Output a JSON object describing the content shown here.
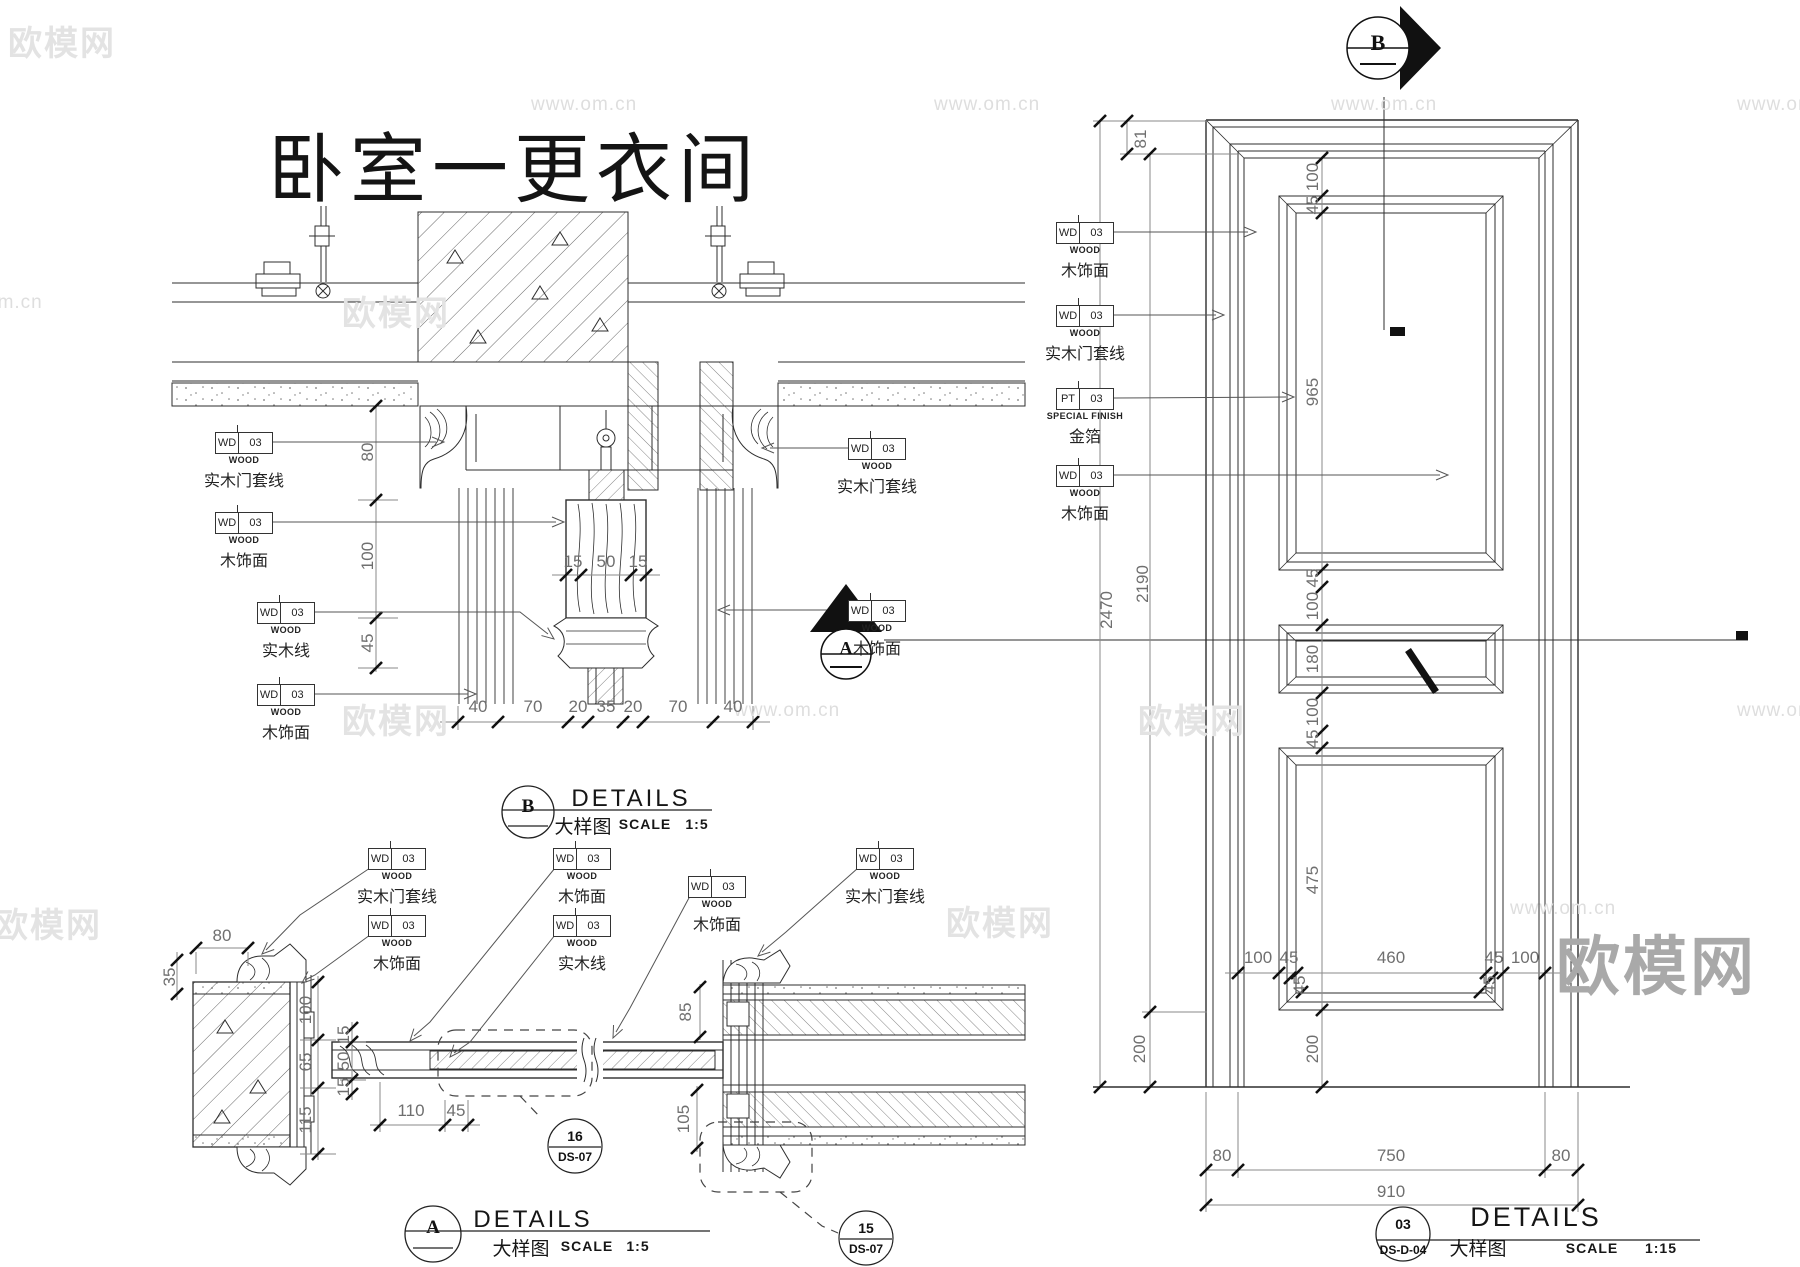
{
  "page": {
    "title": "卧室一更衣间"
  },
  "watermark": {
    "url": "www.om.cn",
    "brand": "欧模网",
    "partial": "om.cn"
  },
  "tags": {
    "wd": "WD",
    "pt": "PT",
    "code": "03",
    "wood": "WOOD",
    "special_finish": "SPECIAL FINISH",
    "casing": "实木门套线",
    "veneer": "木饰面",
    "wood_line": "实木线",
    "gold_foil": "金箔"
  },
  "markers": {
    "a": "A",
    "b": "B"
  },
  "callouts": {
    "b": {
      "letter": "B",
      "title": "DETAILS",
      "cn": "大样图",
      "scale_label": "SCALE",
      "scale": "1:5"
    },
    "a": {
      "letter": "A",
      "title": "DETAILS",
      "cn": "大样图",
      "scale_label": "SCALE",
      "scale": "1:5"
    },
    "d03": {
      "number": "03",
      "sheet": "DS-D-04",
      "title": "DETAILS",
      "cn": "大样图",
      "scale_label": "SCALE",
      "scale": "1:15"
    },
    "c16": {
      "number": "16",
      "sheet": "DS-07"
    },
    "c15": {
      "number": "15",
      "sheet": "DS-07"
    }
  },
  "dims": {
    "b80": "80",
    "b100": "100",
    "b45": "45",
    "bt15a": "15",
    "bt50": "50",
    "bt15b": "15",
    "bb40a": "40",
    "bb70a": "70",
    "bb20a": "20",
    "bb35": "35",
    "bb20b": "20",
    "bb70b": "70",
    "bb40b": "40",
    "a80": "80",
    "a35": "35",
    "a100": "100",
    "a65": "65",
    "a115": "115",
    "at15a": "15",
    "at50": "50",
    "at15b": "15",
    "a110": "110",
    "a45": "45",
    "a85": "85",
    "a105": "105",
    "e81": "81",
    "e2470": "2470",
    "e2190": "2190",
    "ec100a": "100",
    "ec45a": "45",
    "ec965": "965",
    "ec45b": "45",
    "ec100b": "100",
    "ec180": "180",
    "ec100c": "100",
    "ec45c": "45",
    "ec475": "475",
    "ec200": "200",
    "ebv45a": "45",
    "ebv45b": "45",
    "e200l": "200",
    "eb100a": "100",
    "eb45a": "45",
    "eb460": "460",
    "eb45b": "45",
    "eb100b": "100",
    "ew80a": "80",
    "ew750": "750",
    "ew80b": "80",
    "ew910": "910"
  }
}
